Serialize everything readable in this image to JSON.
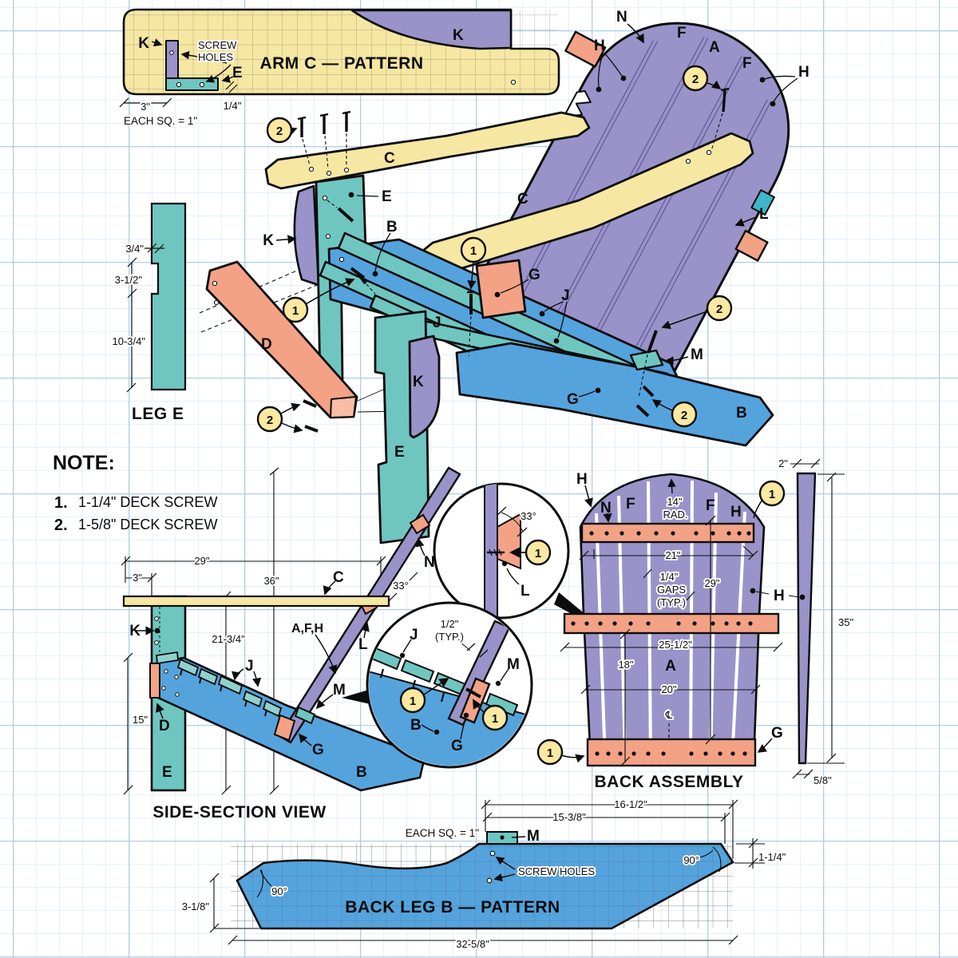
{
  "colors": {
    "yellow": "#f6e7a3",
    "purple": "#9a93c9",
    "purple_line": "#645c9e",
    "teal": "#6fc6c1",
    "teal_light": "#93d5d0",
    "blue": "#55a3dd",
    "salmon": "#f3a286",
    "callout_fill": "#fbe9a2",
    "grid_minor": "#d8e6f5",
    "grid_major": "#aecdeb",
    "outline": "#0c0c0c"
  },
  "parts": {
    "A": "A",
    "B": "B",
    "C": "C",
    "D": "D",
    "E": "E",
    "F": "F",
    "G": "G",
    "H": "H",
    "J": "J",
    "K": "K",
    "L": "L",
    "M": "M",
    "N": "N"
  },
  "callouts": {
    "one": "1",
    "two": "2"
  },
  "arm_pattern": {
    "title": "ARM C — PATTERN",
    "screw_holes": [
      "SCREW",
      "HOLES"
    ],
    "dim_3": "3\"",
    "dim_quarter": "1/4\"",
    "scale_note": "EACH SQ. = 1\""
  },
  "leg_e": {
    "title": "LEG E",
    "dim_34": "3/4\"",
    "dim_312": "3-1/2\"",
    "dim_1034": "10-3/4\""
  },
  "note": {
    "title": "NOTE:",
    "items": [
      {
        "num": "1.",
        "text": "1-1/4\" DECK SCREW"
      },
      {
        "num": "2.",
        "text": "1-5/8\" DECK SCREW"
      }
    ]
  },
  "side_view": {
    "title": "SIDE-SECTION VIEW",
    "dim_29": "29\"",
    "dim_3": "3\"",
    "dim_36": "36\"",
    "dim_2134": "21-3/4\"",
    "dim_15": "15\"",
    "angle_33": "33°",
    "afh": "A,F,H"
  },
  "detail_top": {
    "angle_33": "33°"
  },
  "detail_bottom": {
    "half_typ": [
      "1/2\"",
      "(TYP.)"
    ]
  },
  "back_assembly": {
    "title": "BACK ASSEMBLY",
    "dim_2": "2\"",
    "rad": [
      "14\"",
      "RAD."
    ],
    "dim_21": "21\"",
    "gaps": [
      "1/4\"",
      "GAPS",
      "(TYP.)"
    ],
    "dim_29": "29\"",
    "dim_2512": "25-1/2\"",
    "dim_18": "18\"",
    "dim_20": "20\"",
    "centerline": "℄",
    "dim_35": "35\"",
    "dim_58": "5/8\""
  },
  "leg_b_pattern": {
    "title": "BACK LEG B — PATTERN",
    "scale_note": "EACH SQ. = 1\"",
    "dim_1538": "15-3/8\"",
    "dim_1612": "16-1/2\"",
    "dim_114": "1-1/4\"",
    "dim_318": "3-1/8\"",
    "dim_3258": "32-5/8\"",
    "angle_90": "90°",
    "screw_holes": "SCREW  HOLES"
  }
}
